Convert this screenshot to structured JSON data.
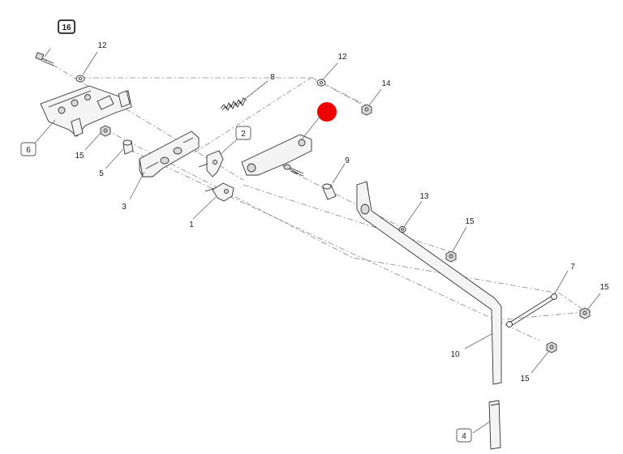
{
  "callouts": {
    "c1": "1",
    "c2": "2",
    "c3": "3",
    "c4": "4",
    "c5": "5",
    "c6": "6",
    "c7": "7",
    "c8": "8",
    "c9": "9",
    "c10": "10",
    "c12a": "12",
    "c12b": "12",
    "c13": "13",
    "c14": "14",
    "c15a": "15",
    "c15b": "15",
    "c15c": "15",
    "c15d": "15",
    "c16": "16"
  },
  "colors": {
    "highlight_marker": "#ee0000",
    "line": "#333333",
    "part_fill": "#f4f4f4"
  }
}
